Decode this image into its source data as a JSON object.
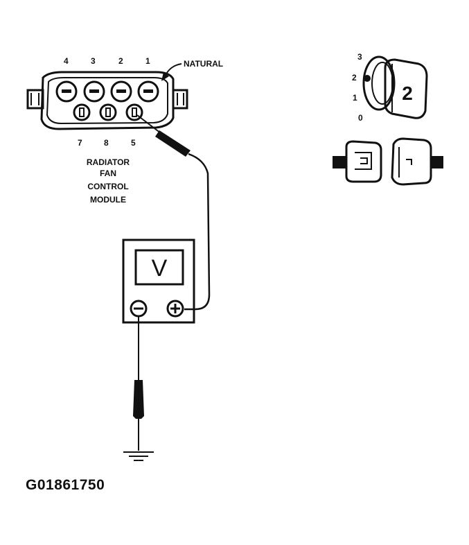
{
  "connector": {
    "label_natural": "NATURAL",
    "top_pins": [
      "4",
      "3",
      "2",
      "1"
    ],
    "bottom_pins": [
      "7",
      "8",
      "5"
    ],
    "module_label": [
      "RADIATOR",
      "FAN",
      "CONTROL",
      "MODULE"
    ]
  },
  "meter": {
    "display": "V",
    "neg_symbol": "−",
    "pos_symbol": "+"
  },
  "ignition": {
    "positions": [
      "3",
      "2",
      "1",
      "0"
    ],
    "key_number": "2"
  },
  "figure_id": "G01861750",
  "colors": {
    "ink": "#111111",
    "background": "#ffffff"
  }
}
